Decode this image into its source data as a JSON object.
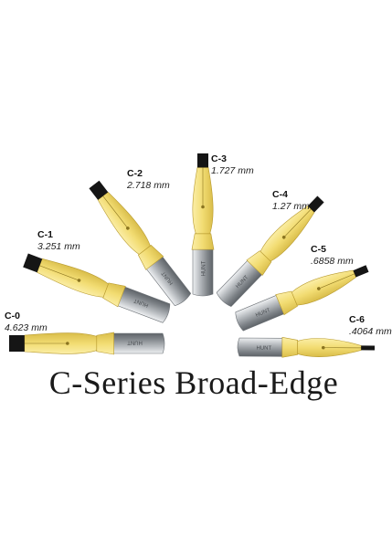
{
  "nibs": [
    {
      "code": "C-0",
      "size": "4.623 mm",
      "stamp": "HUNT"
    },
    {
      "code": "C-1",
      "size": "3.251 mm",
      "stamp": "HUNT"
    },
    {
      "code": "C-2",
      "size": "2.718 mm",
      "stamp": "HUNT"
    },
    {
      "code": "C-3",
      "size": "1.727 mm",
      "stamp": "HUNT"
    },
    {
      "code": "C-4",
      "size": "1.27 mm",
      "stamp": "HUNT"
    },
    {
      "code": "C-5",
      "size": ".6858 mm",
      "stamp": "HUNT"
    },
    {
      "code": "C-6",
      "size": ".4064 mm",
      "stamp": "HUNT"
    }
  ],
  "title": "C-Series Broad-Edge",
  "colors": {
    "yellow": "#f2dc72",
    "yellow_shadow": "#d9bd4a",
    "steel": "#b7bbbf",
    "steel_dark": "#7c8186",
    "tip": "#151515",
    "background": "#ffffff"
  }
}
